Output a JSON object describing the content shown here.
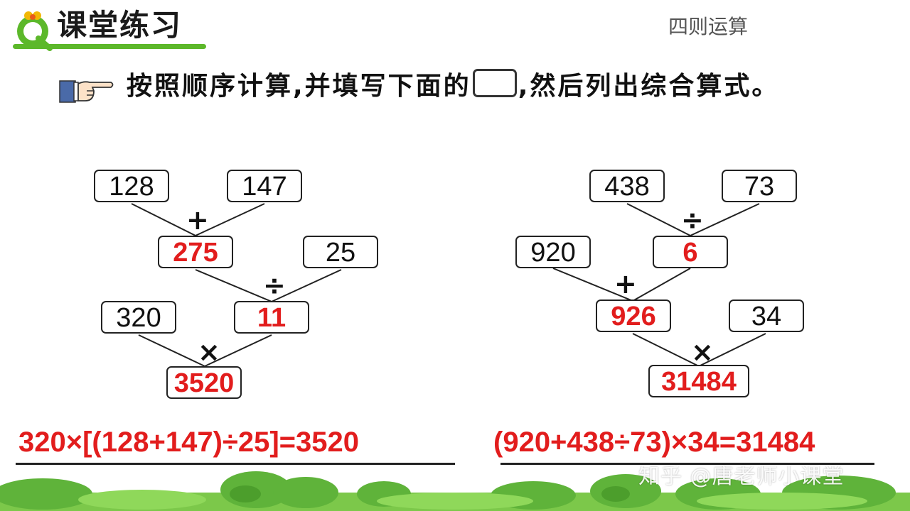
{
  "header": {
    "title": "课堂练习",
    "section": "四则运算"
  },
  "instruction": {
    "before_blank": "按照顺序计算,并填写下面的",
    "after_blank": ",然后列出综合算式。"
  },
  "tree_left": {
    "n128": "128",
    "n147": "147",
    "op1": "+",
    "r275": "275",
    "n25": "25",
    "op2": "÷",
    "n320": "320",
    "r11": "11",
    "op3": "×",
    "r3520": "3520"
  },
  "tree_right": {
    "n438": "438",
    "n73": "73",
    "op1": "÷",
    "n920": "920",
    "r6": "6",
    "op2": "+",
    "r926": "926",
    "n34": "34",
    "op3": "×",
    "r31484": "31484"
  },
  "expressions": {
    "left": "320×[(128+147)÷25]=3520",
    "right": "(920+438÷73)×34=31484"
  },
  "watermark": "知乎 @唐老师小课堂",
  "colors": {
    "accent_red": "#e21d1d",
    "green": "#5cb82a"
  }
}
